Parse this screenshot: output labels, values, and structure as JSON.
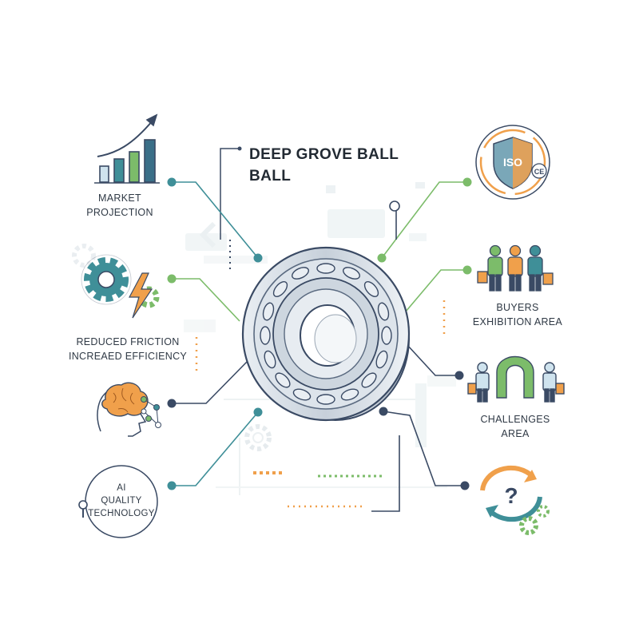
{
  "title": {
    "line1": "DEEP GROVE BALL",
    "line2": "BALL"
  },
  "nodes": {
    "market": {
      "line1": "MARKET",
      "line2": "PROJECTION"
    },
    "friction": {
      "line1": "REDUCED FRICTION",
      "line2": "INCREAED EFFICIENCY"
    },
    "ai": {
      "line1": "AI",
      "line2": "QUALITY",
      "line3": "TECHNOLOGY"
    },
    "buyers": {
      "line1": "BUYERS",
      "line2": "EXHIBITION AREA"
    },
    "challenges": {
      "line1": "CHALLENGES",
      "line2": "AREA"
    }
  },
  "badge": {
    "iso": "ISO",
    "ce": "CE"
  },
  "colors": {
    "teal": "#3f8f98",
    "green": "#7cbc6a",
    "navy": "#3a4a64",
    "orange": "#f0a04b",
    "steel": "#9aa6b4",
    "light": "#e6eef1"
  },
  "icons": [
    "bar-chart-arrow-icon",
    "gear-lightning-icon",
    "brain-head-icon",
    "magnifier-icon",
    "iso-shield-icon",
    "buyers-group-icon",
    "arch-people-icon",
    "question-cycle-icon",
    "ball-bearing-icon"
  ]
}
